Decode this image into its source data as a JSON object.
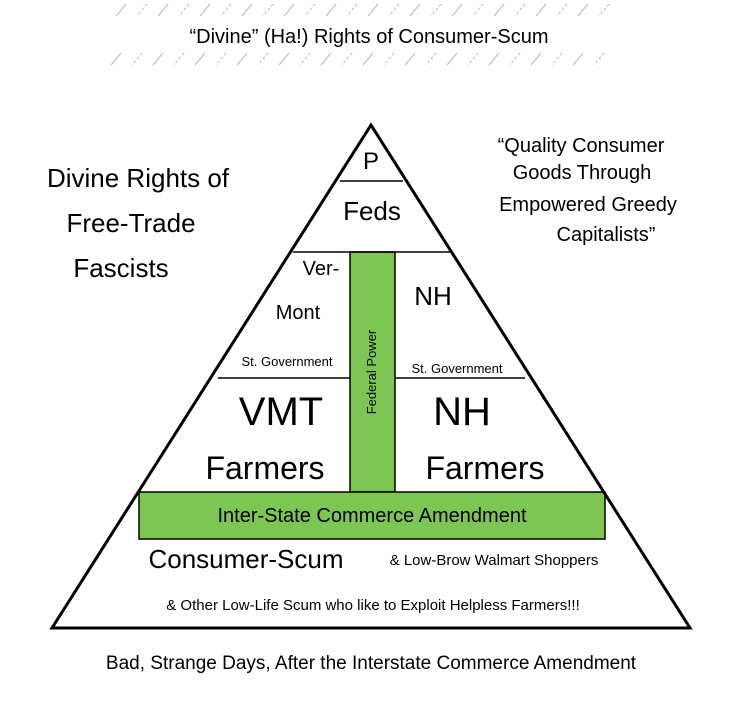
{
  "header": {
    "title": "“Divine” (Ha!) Rights of Consumer-Scum"
  },
  "left_caption": {
    "lines": [
      "Divine Rights of",
      "Free-Trade",
      "Fascists"
    ]
  },
  "right_quote": {
    "lines": [
      "“Quality Consumer",
      "Goods Through",
      "Empowered Greedy",
      "Capitalists”"
    ]
  },
  "pyramid": {
    "apex_label": "P",
    "feds_label": "Feds",
    "vermont": {
      "line1": "Ver-",
      "line2": "Mont",
      "government_label": "St. Government",
      "farmers_line1": "VMT",
      "farmers_line2": "Farmers"
    },
    "federal_power_label": "Federal Power",
    "new_hampshire": {
      "label": "NH",
      "government_label": "St. Government",
      "farmers_line1": "NH",
      "farmers_line2": "Farmers"
    },
    "amendment_label": "Inter-State Commerce Amendment",
    "base": {
      "consumer_label": "Consumer-Scum",
      "walmart_label": "& Low-Brow Walmart Shoppers",
      "lowlife_label": "& Other Low-Life Scum who like to Exploit Helpless Farmers!!!"
    }
  },
  "footer": {
    "caption": "Bad, Strange Days, After the Interstate Commerce Amendment"
  },
  "colors": {
    "green_band": "#7dc653",
    "outline": "#000000",
    "background": "#ffffff",
    "hatch": "#b8b8b8"
  }
}
